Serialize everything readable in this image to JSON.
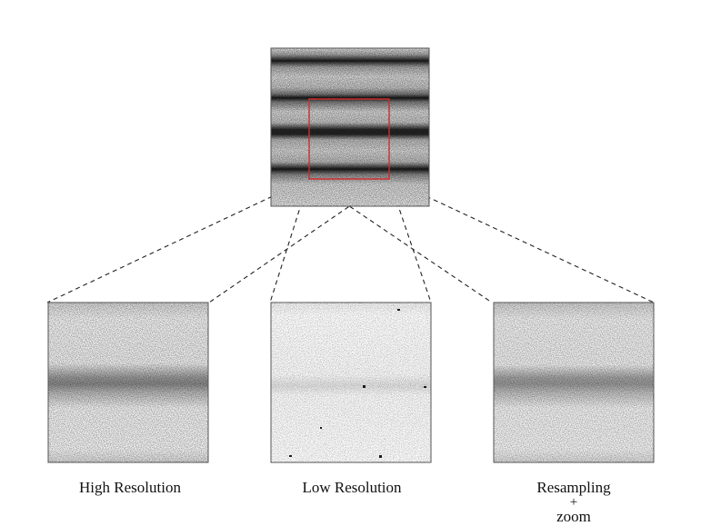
{
  "colors": {
    "frame": "#555555",
    "selection": "#d42a2a",
    "dashed_line": "#222222",
    "background": "#ffffff"
  },
  "panels": {
    "source": {
      "stripes": 5,
      "band_strength": 0.85,
      "noise": "dense"
    },
    "high_resolution": {
      "label": "High Resolution",
      "stripes": 1,
      "band_strength": 0.45,
      "noise": "medium"
    },
    "low_resolution": {
      "label": "Low Resolution",
      "stripes": 1,
      "band_strength": 0.12,
      "noise": "sparse"
    },
    "resampling_zoom": {
      "label_line1": "Resampling",
      "label_line2": "+",
      "label_line3": "zoom",
      "stripes": 1,
      "band_strength": 0.38,
      "noise": "medium"
    }
  }
}
